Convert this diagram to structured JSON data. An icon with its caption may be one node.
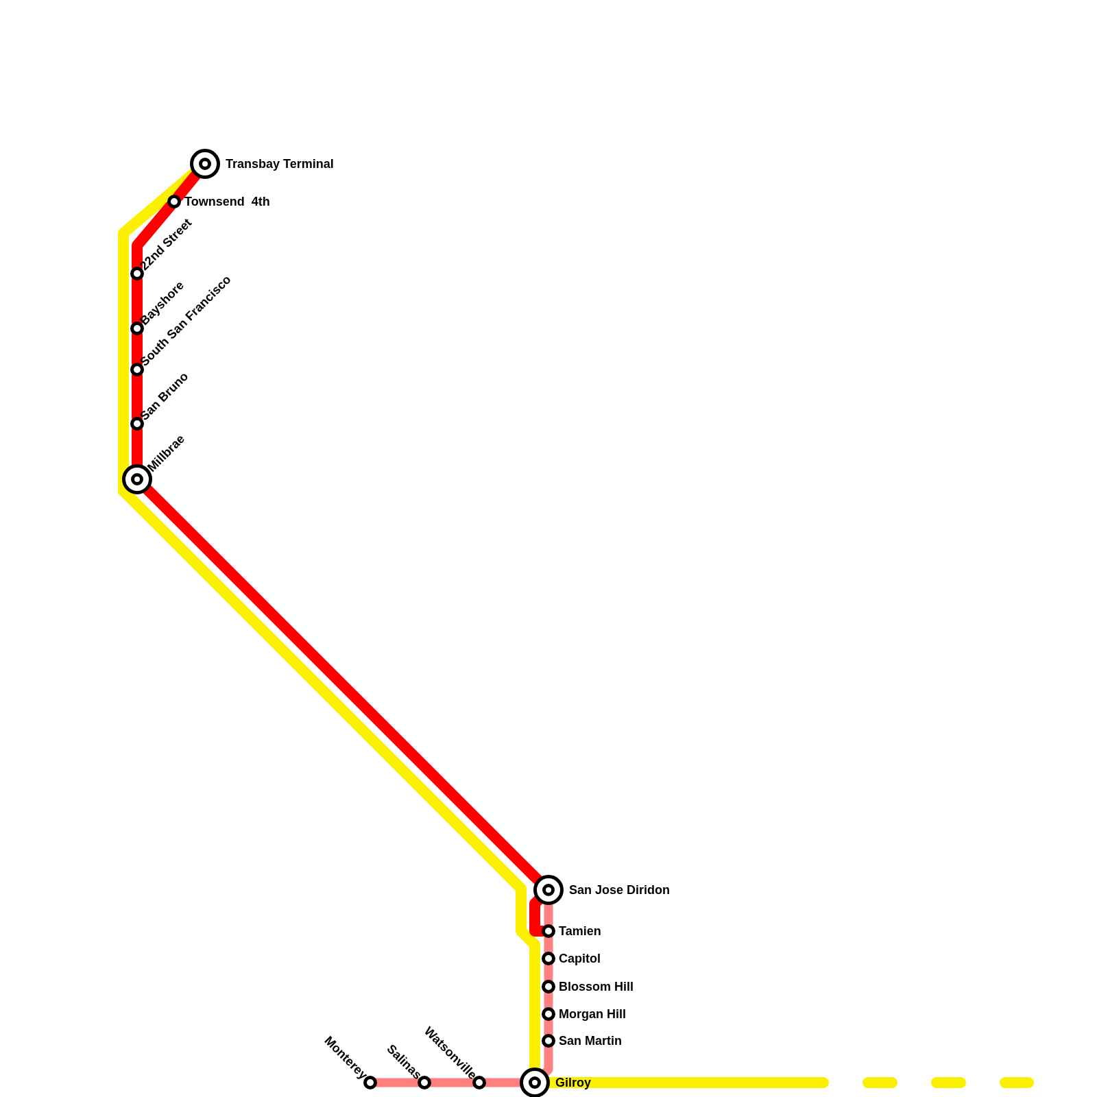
{
  "diagram": {
    "nodes": [
      {
        "text": [
          "Transbay Terminal"
        ]
      },
      {
        "text": [
          "Townsend  4th"
        ]
      },
      {
        "text": [
          "22nd Street"
        ]
      },
      {
        "text": [
          "Bayshore"
        ]
      },
      {
        "text": [
          "South San Francisco"
        ]
      },
      {
        "text": [
          "San Bruno"
        ]
      },
      {
        "text": [
          "Millbrae"
        ]
      },
      {
        "text": [
          "San Jose Diridon"
        ]
      },
      {
        "text": [
          "Tamien"
        ]
      },
      {
        "text": [
          "Capitol"
        ]
      },
      {
        "text": [
          "Blossom Hill"
        ]
      },
      {
        "text": [
          "Morgan Hill"
        ]
      },
      {
        "text": [
          "San Martin"
        ]
      },
      {
        "text": [
          "Gilroy"
        ]
      },
      {
        "text": [
          "Watsonville"
        ]
      },
      {
        "text": [
          "Salinas"
        ]
      },
      {
        "text": [
          "Monterey"
        ]
      }
    ],
    "edges": [
      {
        "from": 0,
        "to": 1,
        "arrow": "none",
        "color": "#ff0000"
      },
      {
        "from": 1,
        "to": 2,
        "arrow": "none",
        "color": "#ff0000"
      },
      {
        "from": 2,
        "to": 3,
        "arrow": "none",
        "color": "#ff0000"
      },
      {
        "from": 3,
        "to": 4,
        "arrow": "none",
        "color": "#ff0000"
      },
      {
        "from": 4,
        "to": 5,
        "arrow": "none",
        "color": "#ff0000"
      },
      {
        "from": 5,
        "to": 6,
        "arrow": "none",
        "color": "#ff0000"
      },
      {
        "from": 6,
        "to": 7,
        "arrow": "none",
        "color": "#ff0000"
      },
      {
        "from": 7,
        "to": 8,
        "arrow": "none",
        "color": "#ff0000"
      },
      {
        "from": 0,
        "to": 6,
        "arrow": "none",
        "color": "#fbf000"
      },
      {
        "from": 6,
        "to": 13,
        "arrow": "none",
        "color": "#fbf000"
      },
      {
        "from": 13,
        "to": null,
        "arrow": "none",
        "color": "#fbf000",
        "style": "dashed"
      },
      {
        "from": 7,
        "to": 8,
        "arrow": "none",
        "color": "#ff8080"
      },
      {
        "from": 8,
        "to": 9,
        "arrow": "none",
        "color": "#ff8080"
      },
      {
        "from": 9,
        "to": 10,
        "arrow": "none",
        "color": "#ff8080"
      },
      {
        "from": 10,
        "to": 11,
        "arrow": "none",
        "color": "#ff8080"
      },
      {
        "from": 11,
        "to": 12,
        "arrow": "none",
        "color": "#ff8080"
      },
      {
        "from": 12,
        "to": 13,
        "arrow": "none",
        "color": "#ff8080"
      },
      {
        "from": 13,
        "to": 14,
        "arrow": "none",
        "color": "#ff8080"
      },
      {
        "from": 14,
        "to": 15,
        "arrow": "none",
        "color": "#ff8080"
      },
      {
        "from": 15,
        "to": 16,
        "arrow": "none",
        "color": "#ff8080"
      }
    ]
  }
}
